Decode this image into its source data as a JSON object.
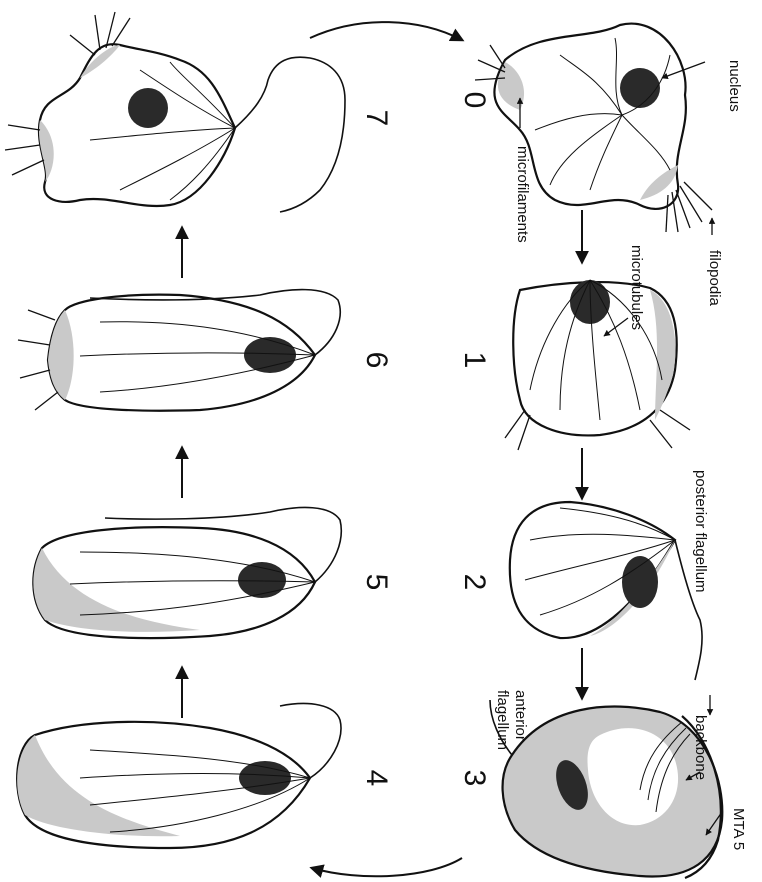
{
  "stages": [
    "0",
    "1",
    "2",
    "3",
    "4",
    "5",
    "6",
    "7"
  ],
  "labels": {
    "nucleus": "nucleus",
    "microfilaments": "microfilaments",
    "filopodia": "filopodia",
    "microtubules": "microtubules",
    "posterior_flagellum": "posterior flagellum",
    "anterior_flagellum_line1": "anterior",
    "anterior_flagellum_line2": "flagellum",
    "backbone": "backbone",
    "mta5": "MTA 5"
  },
  "colors": {
    "ink": "#111111",
    "shade": "#c9c9c9",
    "nucleus": "#2a2a2a",
    "paper": "#ffffff"
  }
}
